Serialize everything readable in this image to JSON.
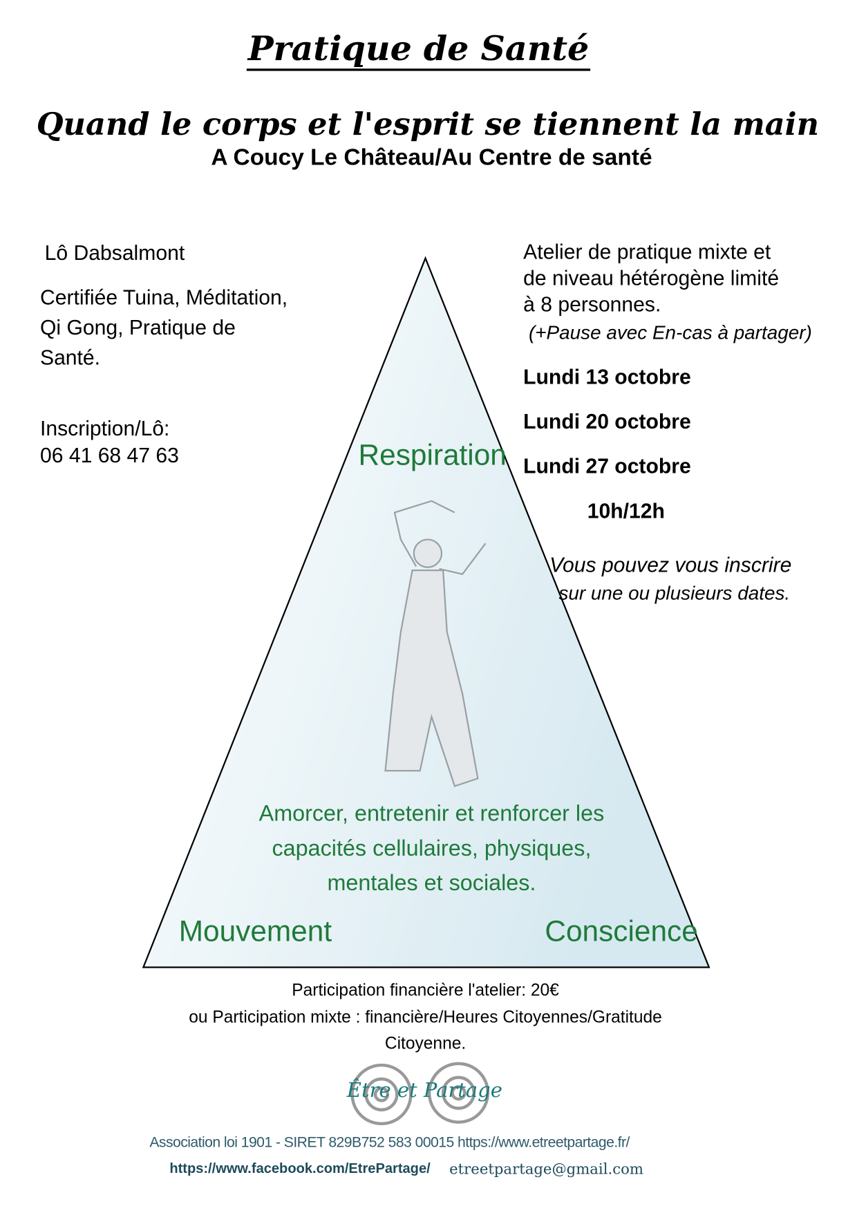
{
  "header": {
    "title": "Pratique de Santé",
    "subtitle": "Quand le corps et l'esprit se tiennent la main",
    "location": "A Coucy Le Château/Au Centre de santé"
  },
  "left": {
    "name": "Lô Dabsalmont",
    "cert_lines": [
      "Certifiée Tuina, Méditation,",
      "Qi Gong, Pratique de",
      "Santé."
    ],
    "inscription_label": "Inscription/Lô:",
    "phone": "06 41 68 47 63"
  },
  "right": {
    "desc_lines": [
      "Atelier de pratique mixte et",
      "de niveau hétérogène  limité",
      "à 8 personnes."
    ],
    "pause": "(+Pause avec En-cas à partager)",
    "dates": [
      "Lundi 13 octobre",
      "Lundi 20 octobre",
      "Lundi 27  octobre"
    ],
    "hours": "10h/12h",
    "note_lines": [
      "Vous pouvez vous inscrire",
      "sur une ou plusieurs dates."
    ]
  },
  "triangle": {
    "top": "Respiration",
    "left": "Mouvement",
    "right": "Conscience",
    "center_lines": [
      "Amorcer, entretenir et renforcer les",
      "capacités cellulaires, physiques,",
      "mentales et sociales."
    ]
  },
  "footer": {
    "lines": [
      "Participation financière  l'atelier: 20€",
      "ou Participation mixte : financière/Heures Citoyennes/Gratitude",
      "Citoyenne."
    ],
    "logo_text": "Être et Partage",
    "assoc": "Association loi 1901 - SIRET 829B752 583 00015  https://www.etreetpartage.fr/",
    "facebook": "https://www.facebook.com/EtrePartage/",
    "email": "etreetpartage@gmail.com"
  }
}
